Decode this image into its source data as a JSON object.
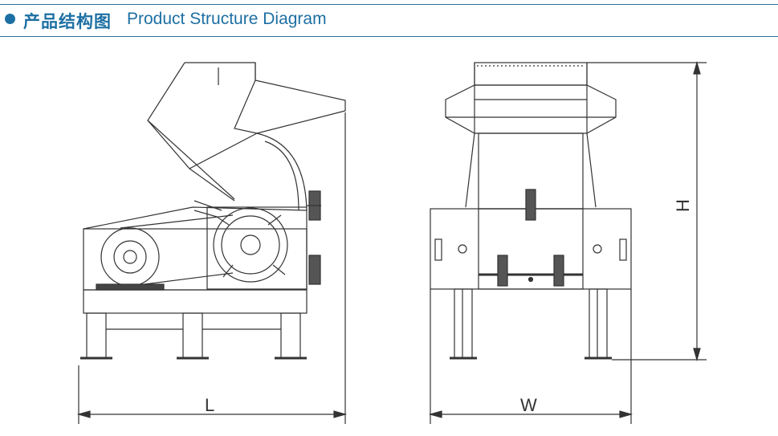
{
  "header": {
    "title_cn": "产品结构图",
    "title_en": "Product Structure Diagram"
  },
  "dimensions": {
    "length": "L",
    "width": "W",
    "height": "H"
  },
  "colors": {
    "accent": "#1d6fa3",
    "line": "#333333"
  }
}
